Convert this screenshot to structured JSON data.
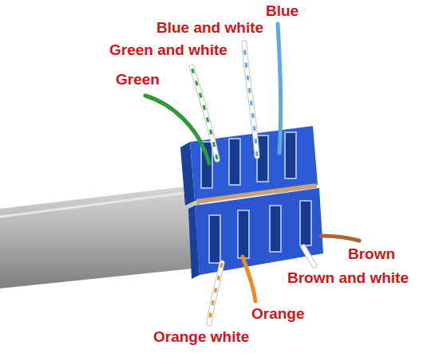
{
  "diagram": {
    "labels": [
      "Blue",
      "Blue and white",
      "Green and white",
      "Green",
      "Brown",
      "Brown and white",
      "Orange",
      "Orange white"
    ]
  }
}
